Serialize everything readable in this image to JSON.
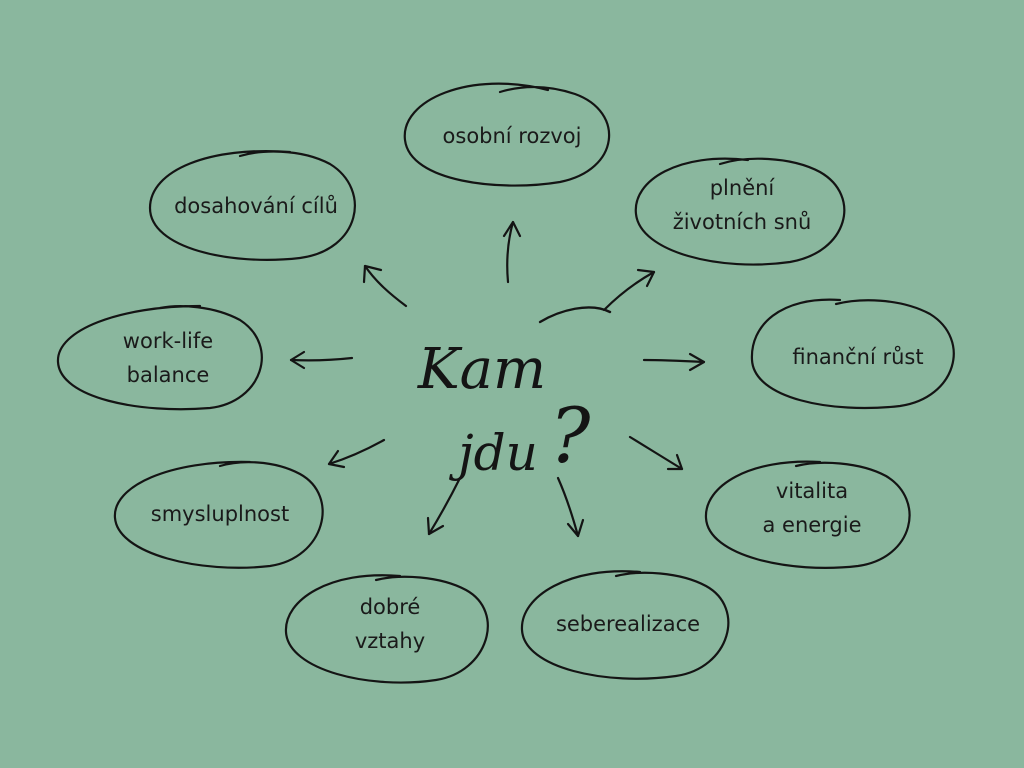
{
  "center": {
    "line1": "Kam",
    "line2": "jdu",
    "mark": "?"
  },
  "nodes": {
    "osobni_rozvoj": [
      "osobní rozvoj"
    ],
    "dosahovani_cilu": [
      "dosahování cílů"
    ],
    "plneni_snu": [
      "plnění",
      "životních snů"
    ],
    "work_life": [
      "work-life",
      "balance"
    ],
    "financni_rust": [
      "finanční růst"
    ],
    "smysluplnost": [
      "smysluplnost"
    ],
    "vitalita": [
      "vitalita",
      "a energie"
    ],
    "dobre_vztahy": [
      "dobré",
      "vztahy"
    ],
    "seberealizace": [
      "seberealizace"
    ]
  }
}
